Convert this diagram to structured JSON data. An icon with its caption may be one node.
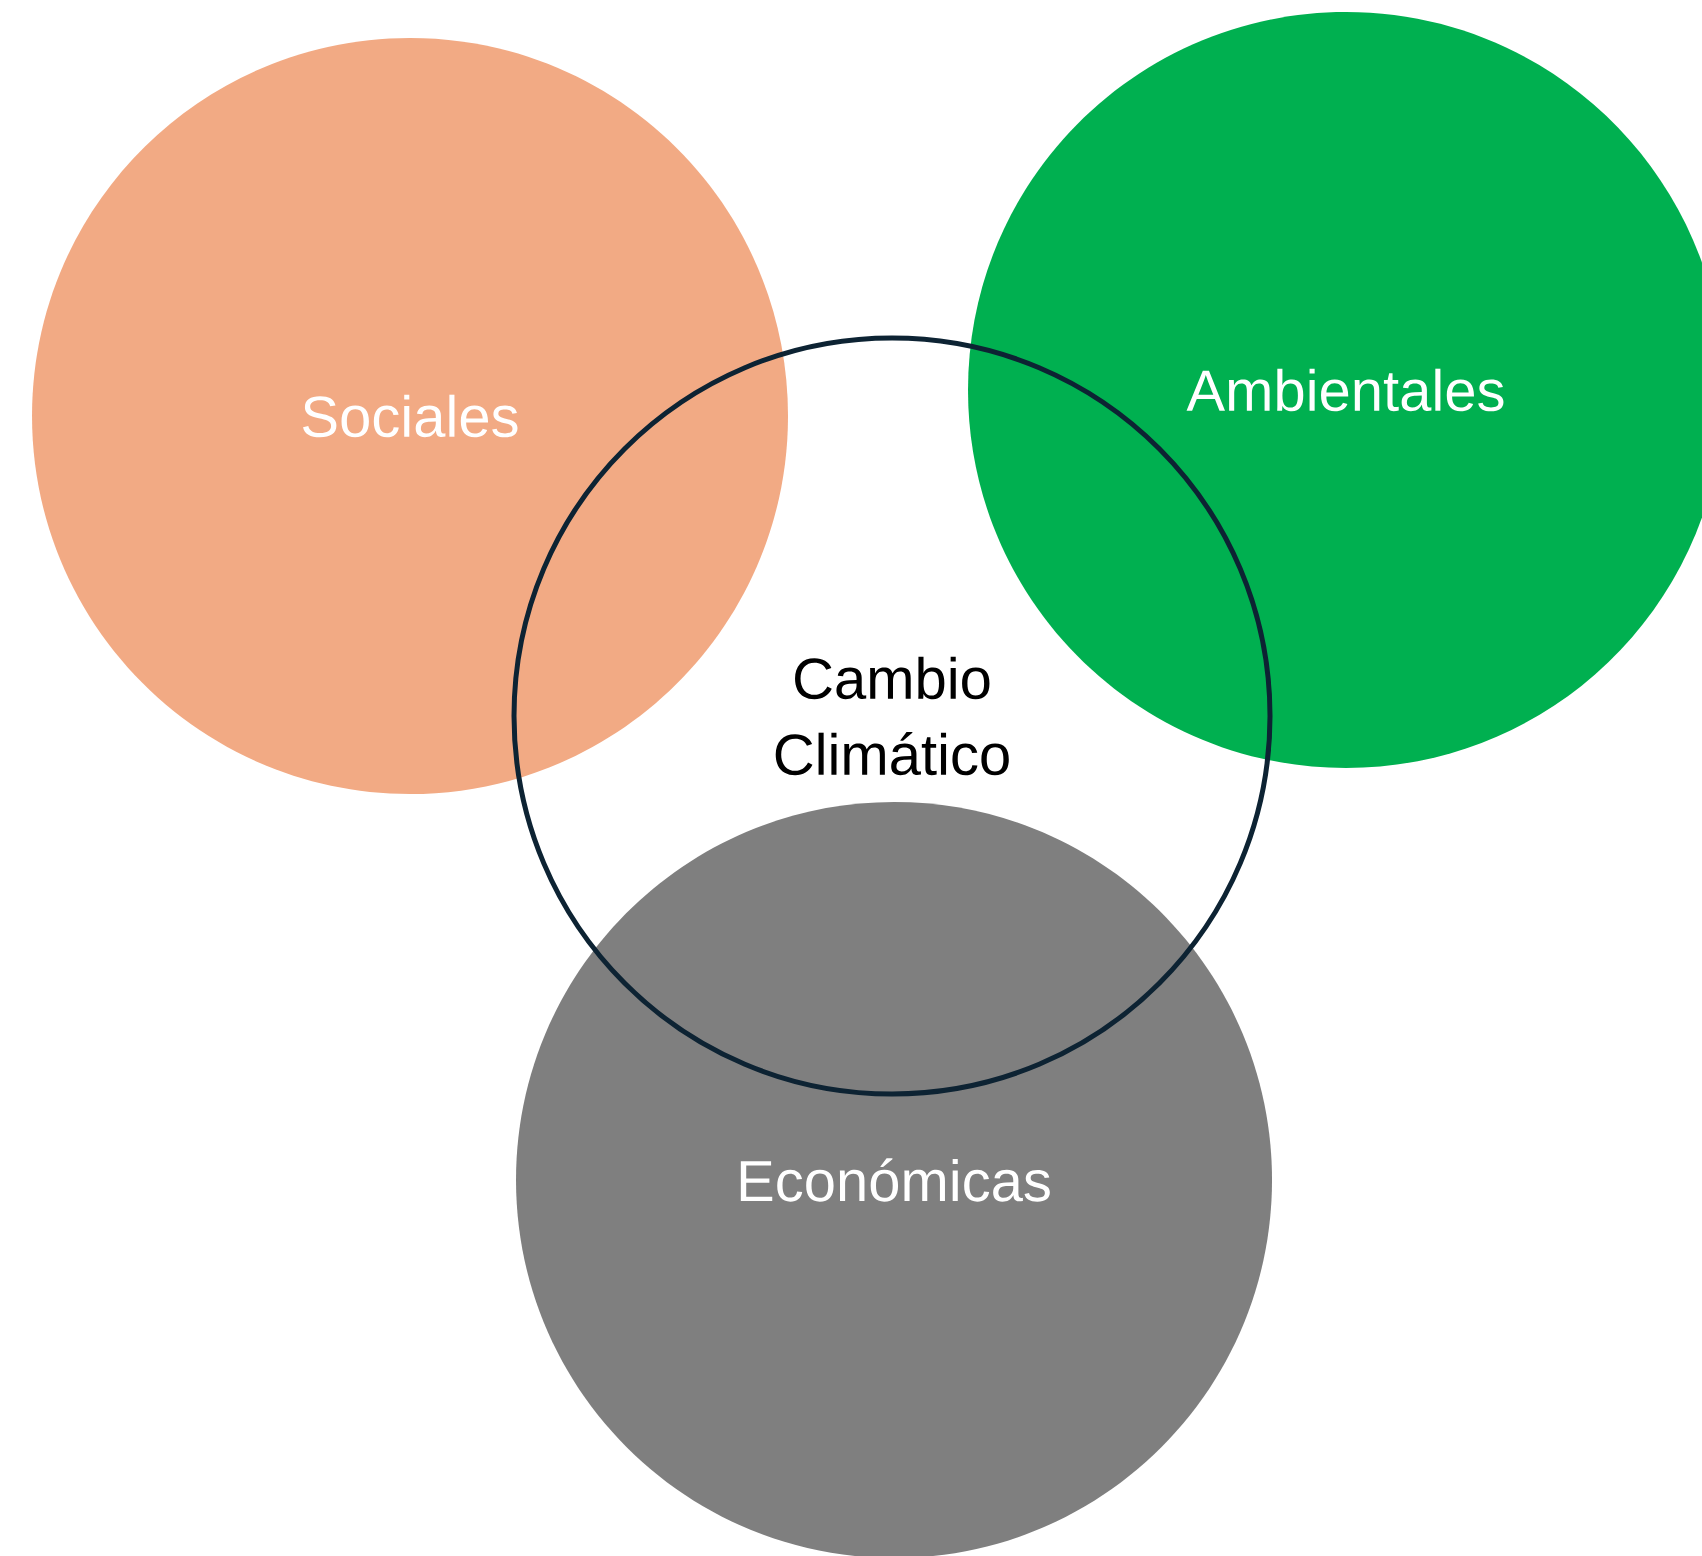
{
  "diagram": {
    "nodes": [
      {
        "text": [
          "Sociales"
        ]
      },
      {
        "text": [
          "Ambientales"
        ]
      },
      {
        "text": [
          "Cambio Climático"
        ]
      },
      {
        "text": [
          "Económicas"
        ]
      }
    ]
  }
}
